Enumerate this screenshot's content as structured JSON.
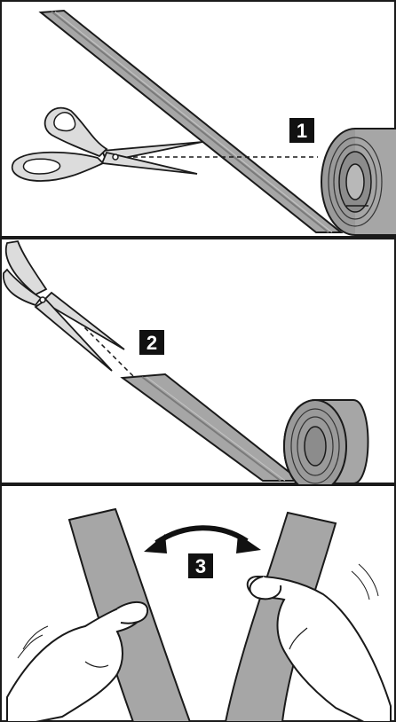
{
  "steps": [
    {
      "label": "1",
      "description": ""
    },
    {
      "label": "2",
      "description": ""
    },
    {
      "label": "3",
      "description": ""
    }
  ],
  "colors": {
    "outline": "#1a1a1a",
    "tape_fill": "#a6a6a6",
    "tape_strip": "#8c8c8c",
    "scissors_fill": "#dcdcdc",
    "badge_fill": "#111111",
    "badge_text": "#ffffff",
    "background": "#ffffff"
  },
  "icons": [
    "scissors-icon",
    "tape-roll-icon",
    "double-arrow-icon",
    "hand-icon"
  ]
}
